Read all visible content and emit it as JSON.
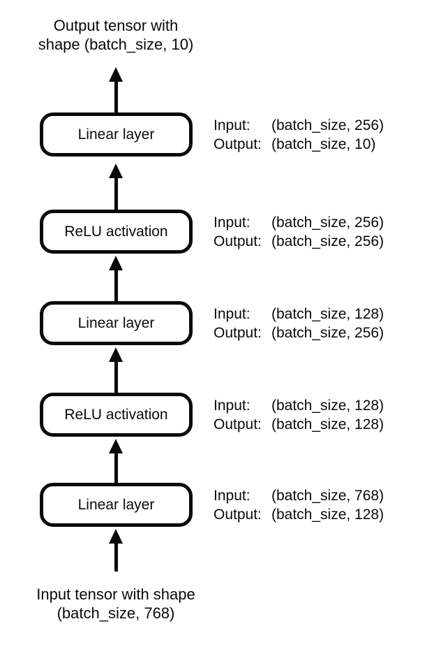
{
  "diagram": {
    "title_semantic": "mlp-layer-stack-diagram",
    "colors": {
      "background": "#ffffff",
      "stroke": "#0a0a0a",
      "text": "#0a0a0a"
    },
    "output_tensor_label": {
      "line1": "Output tensor with",
      "line2": "shape (batch_size, 10)"
    },
    "input_tensor_label": {
      "line1": "Input tensor with shape",
      "line2": "(batch_size, 768)"
    },
    "io_keys": {
      "input": "Input:",
      "output": "Output:"
    },
    "layers": [
      {
        "name": "Linear layer",
        "input_shape": "(batch_size, 256)",
        "output_shape": "(batch_size, 10)"
      },
      {
        "name": "ReLU activation",
        "input_shape": "(batch_size, 256)",
        "output_shape": "(batch_size, 256)"
      },
      {
        "name": "Linear layer",
        "input_shape": "(batch_size, 128)",
        "output_shape": "(batch_size, 256)"
      },
      {
        "name": "ReLU activation",
        "input_shape": "(batch_size, 128)",
        "output_shape": "(batch_size, 128)"
      },
      {
        "name": "Linear layer",
        "input_shape": "(batch_size, 768)",
        "output_shape": "(batch_size, 128)"
      }
    ]
  }
}
